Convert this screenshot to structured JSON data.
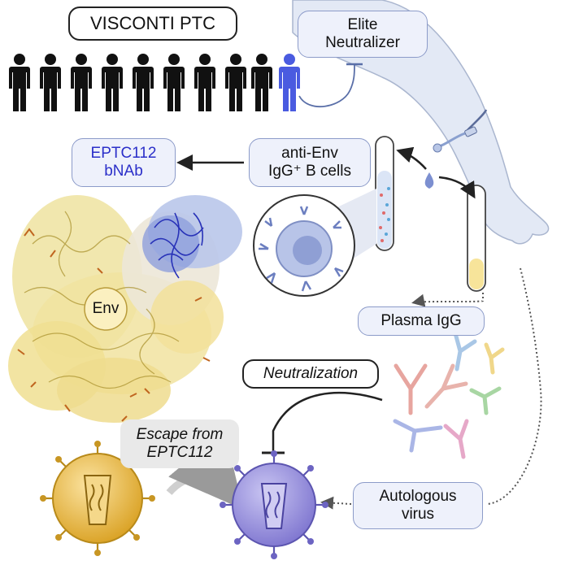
{
  "labels": {
    "cohort": "VISCONTI PTC",
    "elite_line1": "Elite",
    "elite_line2": "Neutralizer",
    "bnab_line1": "EPTC112",
    "bnab_line2": "bNAb",
    "bcells_line1": "anti-Env",
    "bcells_line2": "IgG⁺ B cells",
    "env": "Env",
    "plasma": "Plasma IgG",
    "neutralization": "Neutralization",
    "escape_line1": "Escape from",
    "escape_line2": "EPTC112",
    "autologous_line1": "Autologous",
    "autologous_line2": "virus"
  },
  "colors": {
    "person_black": "#111111",
    "person_highlight": "#4a5be0",
    "bnab_text": "#2b2fc9",
    "env_yellow": "#f2e08a",
    "antibody_blue": "#7f93dc",
    "virus_gold": "#e6b235",
    "virus_purple": "#8b83d6",
    "arm": "#dfe6f4"
  },
  "icons": [
    "person-icon",
    "arm-icon",
    "test-tube-icon",
    "b-cell-icon",
    "env-protein-icon",
    "antibody-icon",
    "virus-icon"
  ]
}
